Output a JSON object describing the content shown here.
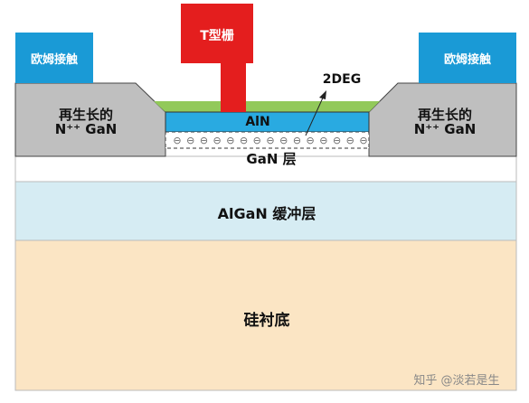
{
  "colors": {
    "gate_red": "#e41e1e",
    "contact_blue": "#1a9ad6",
    "regrowth_gray": "#bfbfbf",
    "passivation_green": "#92c95a",
    "barrier_blue": "#29aae1",
    "buffer_lightblue": "#d6ecf3",
    "substrate_beige": "#fbe5c4",
    "electron_gray": "#666666"
  },
  "labels": {
    "gate": "T型栅",
    "ohmic_left": "欧姆接触",
    "ohmic_right": "欧姆接触",
    "regrowth_left_line1": "再生长的",
    "regrowth_left_line2": "N⁺⁺ GaN",
    "regrowth_right_line1": "再生长的",
    "regrowth_right_line2": "N⁺⁺ GaN",
    "barrier": "AlN",
    "two_deg": "2DEG",
    "channel": "GaN 层",
    "buffer": "AlGaN 缓冲层",
    "substrate": "硅衬底",
    "watermark": "知乎 @淡若是生"
  },
  "two_deg": {
    "electron_symbol": "⊖",
    "electron_count": 15
  }
}
